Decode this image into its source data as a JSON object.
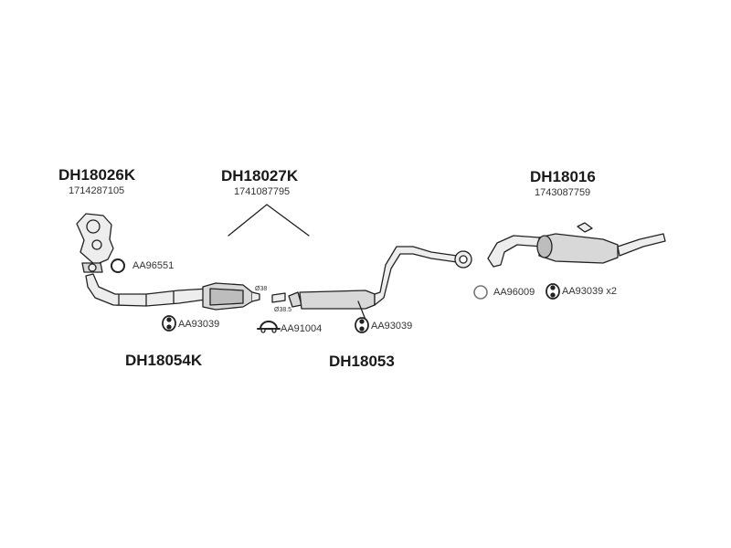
{
  "assemblies": {
    "manifold_cat": {
      "code": "DH18026K",
      "oem": "1714287105"
    },
    "front_cat": {
      "code": "DH18027K",
      "oem": "1741087795"
    },
    "rear_silencer": {
      "code": "DH18016",
      "oem": "1743087759"
    },
    "front_pipe": {
      "code": "DH18054K"
    },
    "middle_silencer": {
      "code": "DH18053"
    }
  },
  "accessories": {
    "gasket_1": {
      "code": "AA96551",
      "icon": "ring-gasket-icon"
    },
    "mount_1": {
      "code": "AA93039",
      "icon": "rubber-mount-icon"
    },
    "clamp_1": {
      "code": "AA91004",
      "icon": "pipe-clamp-icon"
    },
    "mount_2": {
      "code": "AA93039",
      "icon": "rubber-mount-icon"
    },
    "gasket_2": {
      "code": "AA96009",
      "icon": "ring-gasket-icon"
    },
    "mount_3": {
      "code": "AA93039 x2",
      "icon": "rubber-mount-icon"
    }
  },
  "dimensions": {
    "cat_outlet": "Ø38",
    "middle_inlet": "Ø38.5"
  },
  "colors": {
    "line": "#222222",
    "fill": "#ededed",
    "shade": "#bdbdbd"
  }
}
